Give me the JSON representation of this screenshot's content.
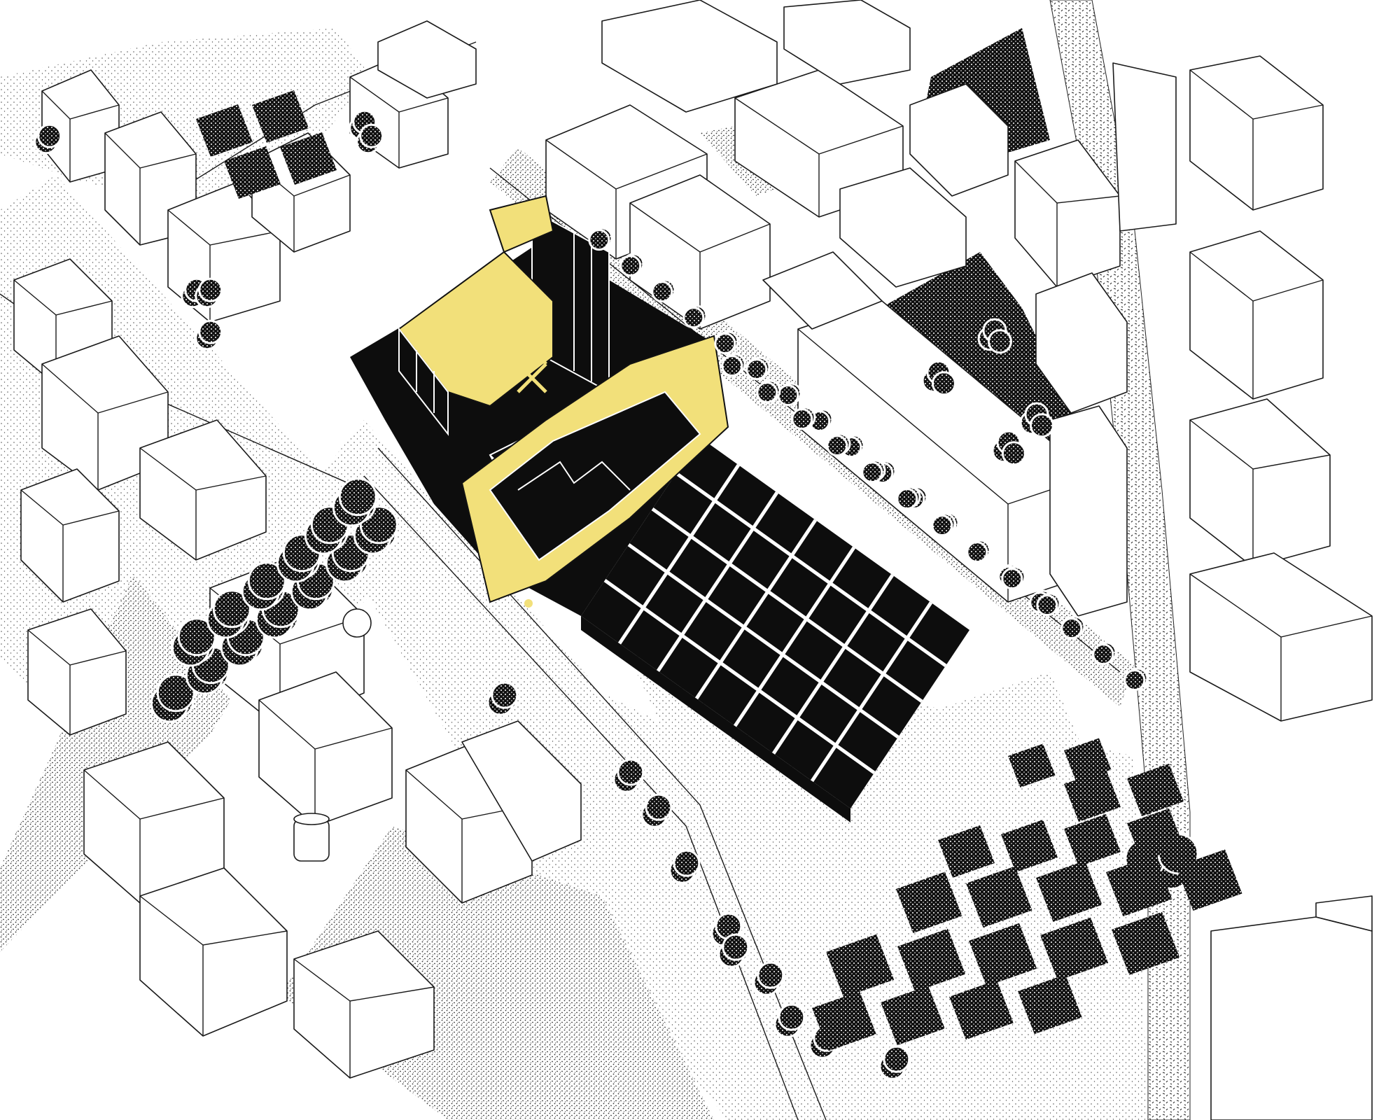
{
  "drawing": {
    "kind": "isometric site plan",
    "colors": {
      "paper": "#ffffff",
      "ink": "#111111",
      "highlight": "#f2e07a",
      "stipple_fine": "#8a8a8a",
      "stipple_dark": "#3a3a3a"
    },
    "legend_items": [
      {
        "name": "proposed-building",
        "color_key": "highlight"
      },
      {
        "name": "existing-building",
        "color_key": "ink"
      },
      {
        "name": "tree-canopy",
        "color_key": "ink"
      }
    ]
  }
}
